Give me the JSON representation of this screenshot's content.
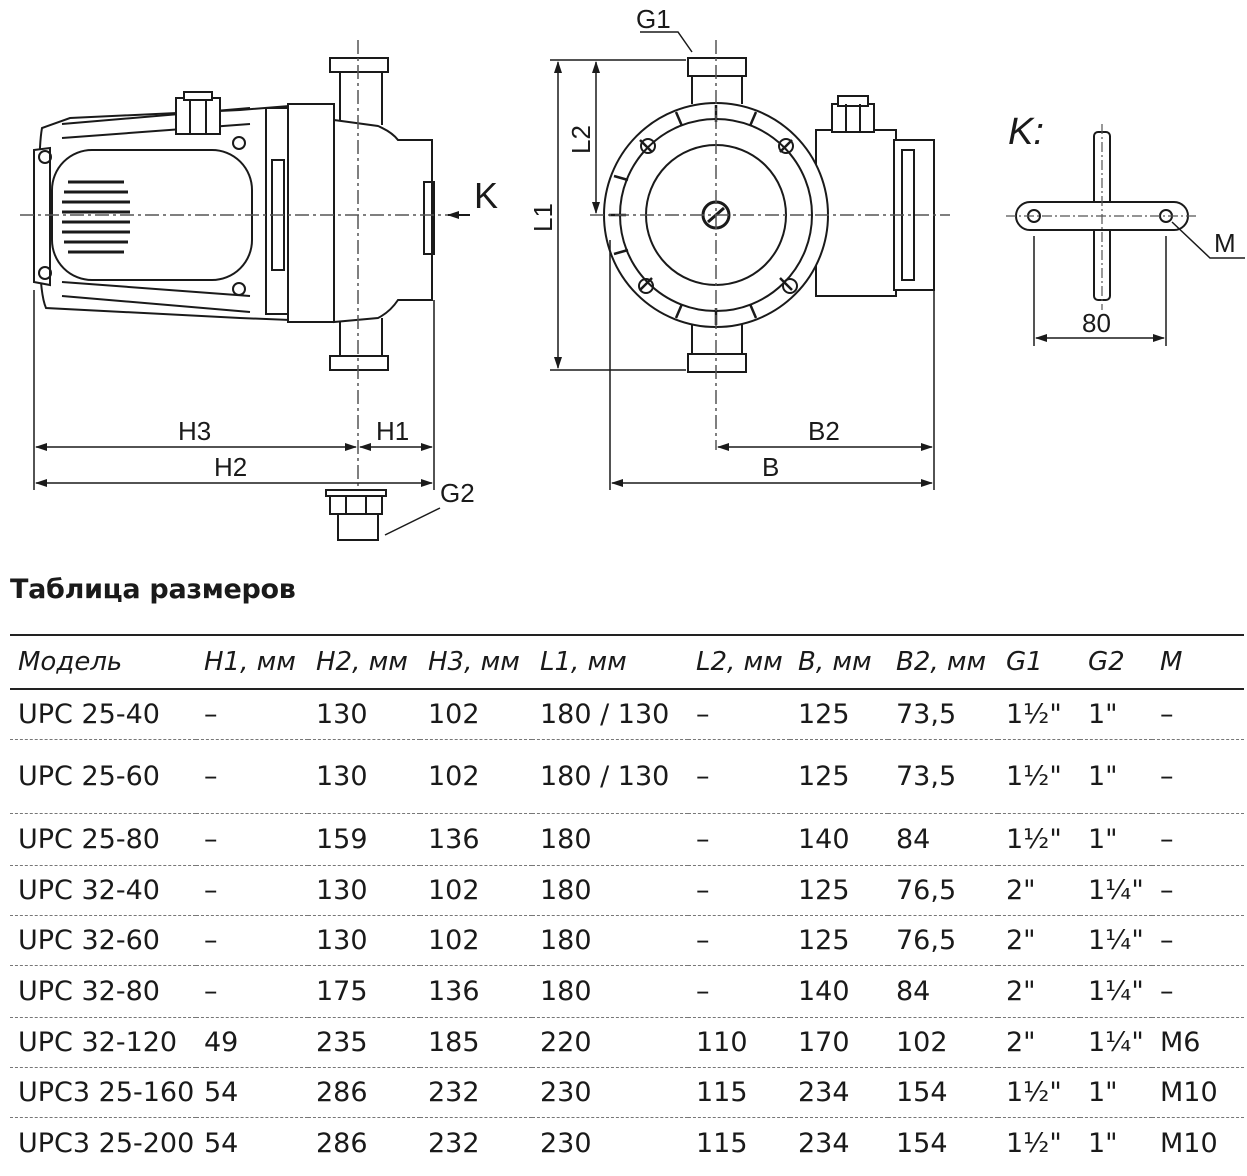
{
  "drawing": {
    "labels": {
      "K": "K",
      "G1": "G1",
      "L1": "L1",
      "L2": "L2",
      "H1": "H1",
      "H2": "H2",
      "H3": "H3",
      "G2": "G2",
      "B": "B",
      "B2": "B2",
      "K_detail": "K:",
      "M": "M",
      "dim80": "80"
    }
  },
  "table": {
    "title": "Таблица размеров",
    "headers": [
      "Модель",
      "H1, мм",
      "H2, мм",
      "H3, мм",
      "L1, мм",
      "L2, мм",
      "B, мм",
      "B2, мм",
      "G1",
      "G2",
      "M"
    ],
    "rows": [
      [
        "UPC 25-40",
        "–",
        "130",
        "102",
        "180 / 130",
        "–",
        "125",
        "73,5",
        "1½\"",
        "1\"",
        "–"
      ],
      [
        "UPC 25-60",
        "–",
        "130",
        "102",
        "180 / 130",
        "–",
        "125",
        "73,5",
        "1½\"",
        "1\"",
        "–"
      ],
      [
        "UPC 25-80",
        "–",
        "159",
        "136",
        "180",
        "–",
        "140",
        "84",
        "1½\"",
        "1\"",
        "–"
      ],
      [
        "UPC 32-40",
        "–",
        "130",
        "102",
        "180",
        "–",
        "125",
        "76,5",
        "2\"",
        "1¼\"",
        "–"
      ],
      [
        "UPC 32-60",
        "–",
        "130",
        "102",
        "180",
        "–",
        "125",
        "76,5",
        "2\"",
        "1¼\"",
        "–"
      ],
      [
        "UPC 32-80",
        "–",
        "175",
        "136",
        "180",
        "–",
        "140",
        "84",
        "2\"",
        "1¼\"",
        "–"
      ],
      [
        "UPC 32-120",
        "49",
        "235",
        "185",
        "220",
        "110",
        "170",
        "102",
        "2\"",
        "1¼\"",
        "M6"
      ],
      [
        "UPC3 25-160",
        "54",
        "286",
        "232",
        "230",
        "115",
        "234",
        "154",
        "1½\"",
        "1\"",
        "M10"
      ],
      [
        "UPC3 25-200",
        "54",
        "286",
        "232",
        "230",
        "115",
        "234",
        "154",
        "1½\"",
        "1\"",
        "M10"
      ]
    ]
  }
}
